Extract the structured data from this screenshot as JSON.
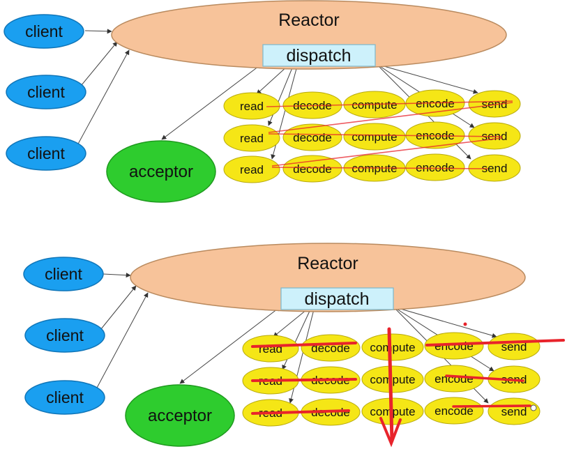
{
  "colors": {
    "client_fill": "#1a9ff0",
    "reactor_fill": "#f7c39a",
    "dispatch_fill": "#cdf1fb",
    "acceptor_fill": "#2ecc2e",
    "task_fill": "#f5e616",
    "annotation_stroke": "#e8232b"
  },
  "icons": {
    "client": "blue-ellipse",
    "reactor": "peach-ellipse",
    "dispatch": "light-blue-box",
    "acceptor": "green-circle",
    "task": "yellow-ellipse"
  },
  "diagrams": [
    {
      "reactor_label": "Reactor",
      "dispatch_label": "dispatch",
      "acceptor_label": "acceptor",
      "clients": [
        "client",
        "client",
        "client"
      ],
      "tasks": [
        [
          "read",
          "decode",
          "compute",
          "encode",
          "send"
        ],
        [
          "read",
          "decode",
          "compute",
          "encode",
          "send"
        ],
        [
          "read",
          "decode",
          "compute",
          "encode",
          "send"
        ]
      ]
    },
    {
      "reactor_label": "Reactor",
      "dispatch_label": "dispatch",
      "acceptor_label": "acceptor",
      "clients": [
        "client",
        "client",
        "client"
      ],
      "tasks": [
        [
          "read",
          "decode",
          "compute",
          "encode",
          "send"
        ],
        [
          "read",
          "decode",
          "compute",
          "encode",
          "send"
        ],
        [
          "read",
          "decode",
          "compute",
          "encode",
          "send"
        ]
      ]
    }
  ]
}
